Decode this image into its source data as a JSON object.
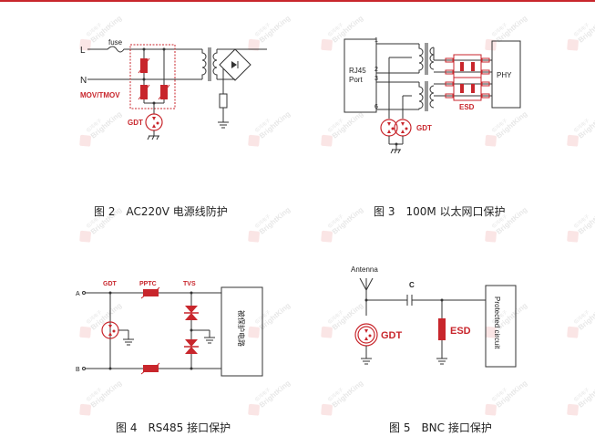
{
  "watermark": {
    "cn": "佰鸿电子",
    "en": "BrightKing"
  },
  "colors": {
    "accent": "#c8262c",
    "line": "#333333",
    "watermark": "#f2b6b6"
  },
  "fig2": {
    "caption": "图 2　AC220V 电源线防护",
    "labels": {
      "L": "L",
      "N": "N",
      "fuse": "fuse",
      "mov": "MOV/TMOV",
      "gdt": "GDT"
    }
  },
  "fig3": {
    "caption": "图 3　100M 以太网口保护",
    "labels": {
      "rj45_line1": "RJ45",
      "rj45_line2": "Port",
      "phy": "PHY",
      "esd": "ESD",
      "gdt": "GDT",
      "pin1": "1",
      "pin2": "2",
      "pin3": "3",
      "pin6": "6"
    }
  },
  "fig4": {
    "caption": "图 4　RS485 接口保护",
    "labels": {
      "A": "A",
      "B": "B",
      "gdt": "GDT",
      "pptc": "PPTC",
      "tvs": "TVS",
      "protected": "被保护电路"
    }
  },
  "fig5": {
    "caption": "图 5　BNC 接口保护",
    "labels": {
      "antenna": "Antenna",
      "c": "C",
      "gdt": "GDT",
      "esd": "ESD",
      "protected": "Protected circuit"
    }
  }
}
